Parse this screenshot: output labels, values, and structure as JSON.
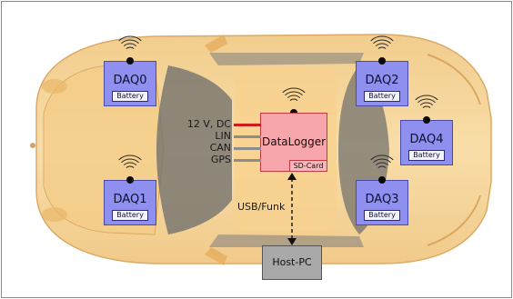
{
  "diagram": {
    "daq_units": [
      {
        "name": "DAQ0",
        "battery": "Battery"
      },
      {
        "name": "DAQ1",
        "battery": "Battery"
      },
      {
        "name": "DAQ2",
        "battery": "Battery"
      },
      {
        "name": "DAQ3",
        "battery": "Battery"
      },
      {
        "name": "DAQ4",
        "battery": "Battery"
      }
    ],
    "datalogger": {
      "name": "DataLogger",
      "storage": "SD-Card"
    },
    "inputs": [
      {
        "label": "12 V, DC",
        "color": "#d11a1a"
      },
      {
        "label": "LIN",
        "color": "#8c8c8c"
      },
      {
        "label": "CAN",
        "color": "#8c8c8c"
      },
      {
        "label": "GPS",
        "color": "#8c8c8c"
      }
    ],
    "connection_label": "USB/Funk",
    "host": {
      "name": "Host-PC"
    },
    "colors": {
      "car_body": "#f6cf86",
      "daq_fill": "#8f8ff0",
      "logger_fill": "#f7a7ab",
      "host_fill": "#a9a9a9"
    },
    "icons": {
      "wireless": "wifi-signal-icon"
    }
  }
}
